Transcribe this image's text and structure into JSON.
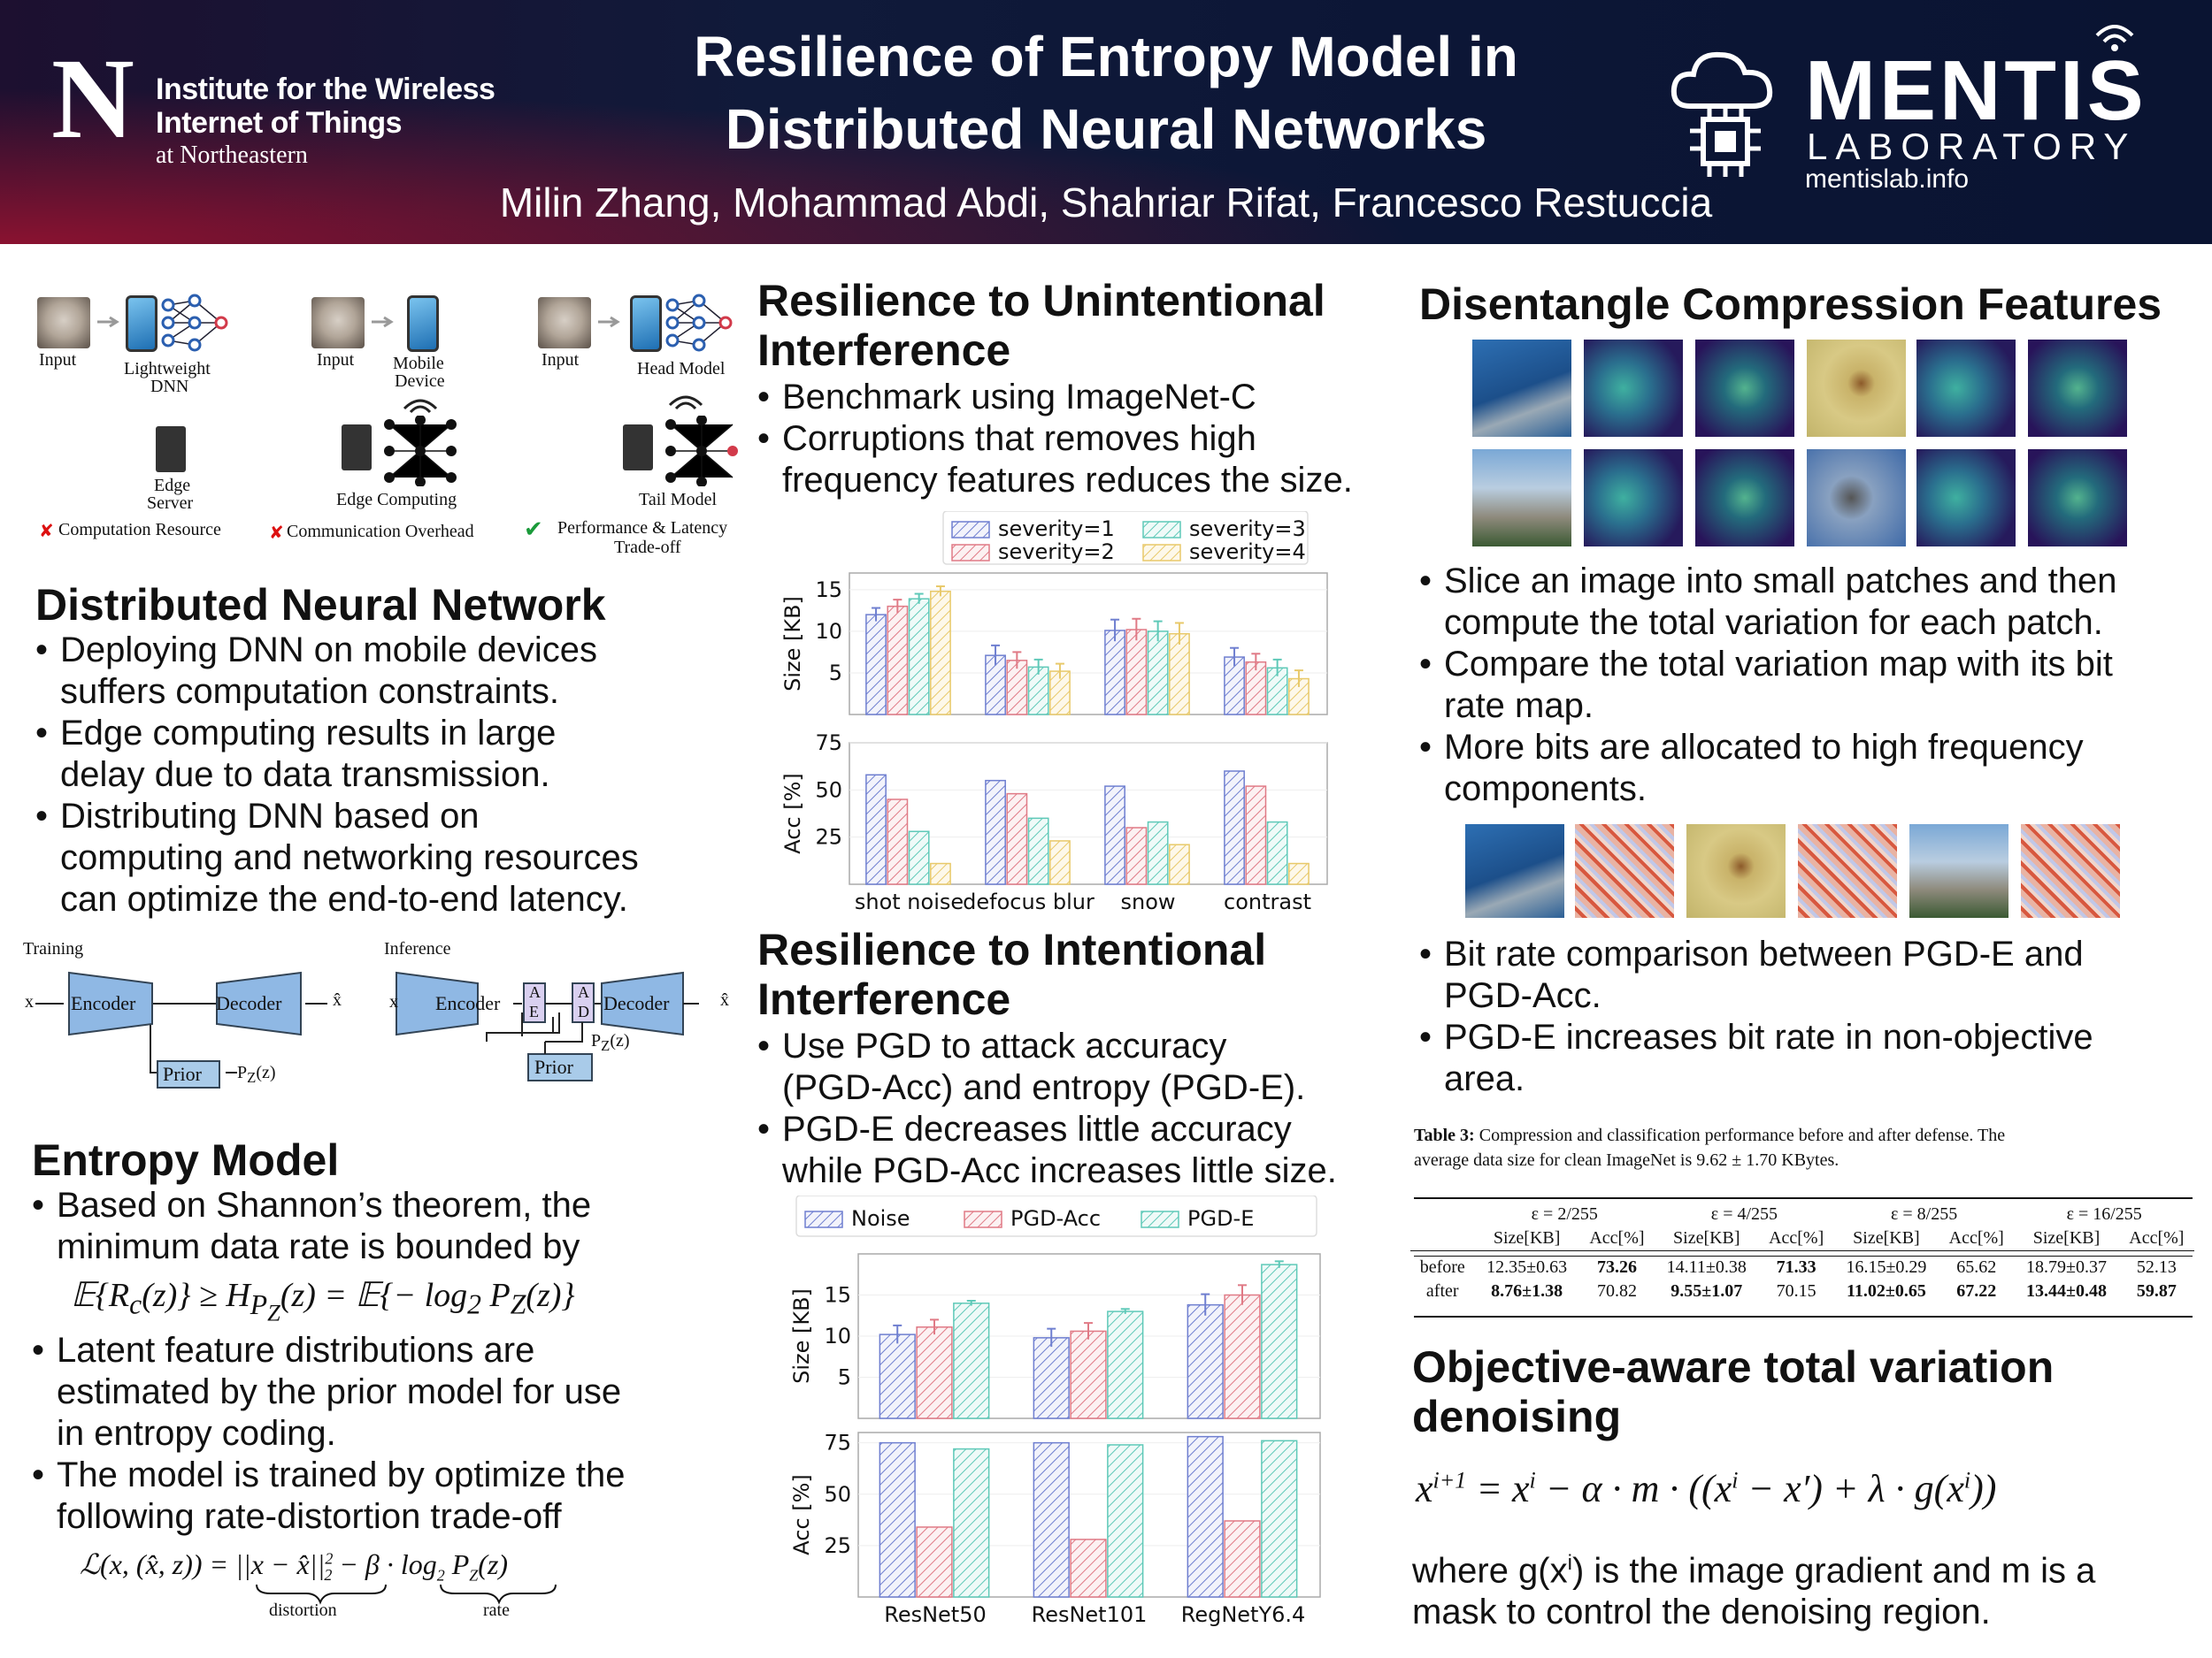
{
  "header": {
    "title_line1": "Resilience of Entropy Model in",
    "title_line2": "Distributed Neural Networks",
    "authors": "Milin Zhang, Mohammad Abdi, Shahriar Rifat, Francesco Restuccia",
    "nu_logo": {
      "letter": "N",
      "line1": "Institute for the Wireless",
      "line2": "Internet of Things",
      "line3": "at Northeastern"
    },
    "mentis": {
      "name": "MENTIS",
      "lab": "LABORATORY",
      "url": "mentislab.info"
    }
  },
  "figure1": {
    "lbl_input1": "Input",
    "lbl_lightweight": "Lightweight",
    "lbl_dnn": "DNN",
    "lbl_edge": "Edge",
    "lbl_server": "Server",
    "lbl_comp_resource": "Computation Resource",
    "lbl_input2": "Input",
    "lbl_mobile": "Mobile",
    "lbl_device": "Device",
    "lbl_edge_computing": "Edge Computing",
    "lbl_comm_overhead": "Communication Overhead",
    "lbl_input3": "Input",
    "lbl_head": "Head Model",
    "lbl_tail": "Tail Model",
    "lbl_perf1": "Performance & Latency",
    "lbl_perf2": "Trade-off"
  },
  "dnn": {
    "title": "Distributed Neural Network",
    "b1a": "Deploying DNN on mobile devices",
    "b1b": "suffers computation constraints.",
    "b2a": "Edge computing results in large",
    "b2b": "delay due to data transmission.",
    "b3a": "Distributing DNN based on",
    "b3b": "computing and networking resources",
    "b3c": "can optimize the end-to-end latency."
  },
  "pipeline": {
    "training": "Training",
    "inference": "Inference",
    "x": "x",
    "xhat": "x̂",
    "encoder": "Encoder",
    "decoder": "Decoder",
    "prior": "Prior",
    "pz": "P",
    "pz_sub": "Z",
    "pz_arg": "(z)",
    "ae_a": "A",
    "ae_e": "E",
    "ad_a": "A",
    "ad_d": "D"
  },
  "entropy": {
    "title": "Entropy Model",
    "b1a": "Based on Shannon’s theorem, the",
    "b1b": "minimum data rate is bounded by",
    "eq1": "𝔼{R_c(z)} ≥ H_{P_Z}(z) = 𝔼{−log₂ P_Z(z)}",
    "eq1_lhs": "𝔼{R",
    "eq1_c": "c",
    "eq1_mid": "(z)} ≥ H",
    "eq1_pz": "P",
    "eq1_z": "Z",
    "eq1_rhs": "(z) = 𝔼{− log",
    "eq1_2": "2",
    "eq1_end": " P",
    "eq1_z2": "Z",
    "eq1_tail": "(z)}",
    "b2a": "Latent feature distributions are",
    "b2b": "estimated by the prior model for use",
    "b2c": "in entropy coding.",
    "b3a": "The model is trained by optimize the",
    "b3b": "following rate-distortion trade-off",
    "eq2a": "ℒ(x, (x̂, z)) = ",
    "eq2b": "||x − x̂||",
    "eq2c": "2",
    "eq2d": "2",
    "eq2e": " − β · ",
    "eq2f": "log",
    "eq2g": "2",
    "eq2h": " P",
    "eq2i": "Z",
    "eq2j": "(z)",
    "distortion": "distortion",
    "rate": "rate"
  },
  "unintentional": {
    "title1": "Resilience to Unintentional",
    "title2": "Interference",
    "b1": "Benchmark using ImageNet-C",
    "b2a": "Corruptions that removes high",
    "b2b": "frequency features reduces the size."
  },
  "intentional": {
    "title1": "Resilience to Intentional",
    "title2": "Interference",
    "b1a": "Use PGD to attack accuracy",
    "b1b": "(PGD-Acc) and entropy (PGD-E).",
    "b2a": "PGD-E decreases little accuracy",
    "b2b": "while PGD-Acc increases little size."
  },
  "disentangle": {
    "title": "Disentangle Compression Features",
    "b1a": "Slice an image into small patches and then",
    "b1b": "compute the total variation for each patch.",
    "b2a": "Compare the total variation map with its bit",
    "b2b": "rate map.",
    "b3a": "More bits are allocated to high frequency",
    "b3b": "components.",
    "b4a": "Bit rate comparison between PGD-E and",
    "b4b": "PGD-Acc.",
    "b5a": "PGD-E increases bit rate in non-objective",
    "b5b": "area."
  },
  "table": {
    "caption_label": "Table 3:",
    "caption_line1": " Compression and classification performance before and after defense. The",
    "caption_line2": "average data size for clean ImageNet is 9.62 ± 1.70 KBytes.",
    "eps": [
      "ε = 2/255",
      "ε = 4/255",
      "ε = 8/255",
      "ε = 16/255"
    ],
    "col_size": "Size[KB]",
    "col_acc": "Acc[%]",
    "rows": [
      {
        "label": "before",
        "cells": [
          "12.35±0.63",
          "73.26",
          "14.11±0.38",
          "71.33",
          "16.15±0.29",
          "65.62",
          "18.79±0.37",
          "52.13"
        ]
      },
      {
        "label": "after",
        "cells": [
          "8.76±1.38",
          "70.82",
          "9.55±1.07",
          "70.15",
          "11.02±0.65",
          "67.22",
          "13.44±0.48",
          "59.87"
        ]
      }
    ]
  },
  "tv": {
    "title1": "Objective-aware total variation",
    "title2": "denoising",
    "eq": "x^{i+1} = x^i − α · m · ((x^i − x′) + λ · g(x^i))",
    "eq_a": "x",
    "eq_a_sup": "i+1",
    "eq_b": " = x",
    "eq_b_sup": "i",
    "eq_c": " − α · m · ((x",
    "eq_c_sup": "i",
    "eq_d": " − x′) + λ · g(x",
    "eq_d_sup": "i",
    "eq_e": "))",
    "desc1a": "where g(x",
    "desc1_sup": "i",
    "desc1b": ") is the image gradient and m is a",
    "desc2": "mask to control the denoising region."
  },
  "colors": {
    "blue": "#6f7fd0",
    "red": "#e07a86",
    "teal": "#5fc9b8",
    "yellow": "#e8c96a",
    "header_bg": "#0c1636"
  },
  "chart_data": [
    {
      "type": "bar",
      "categories": [
        "shot noise",
        "defocus blur",
        "snow",
        "contrast"
      ],
      "ylabel": "Size [KB]",
      "ylim": [
        0,
        17
      ],
      "yticks": [
        5,
        10,
        15
      ],
      "legend": "top",
      "series": [
        {
          "name": "severity=1",
          "values": [
            12.0,
            7.1,
            10.1,
            6.9
          ],
          "err": [
            0.8,
            1.2,
            1.3,
            1.1
          ]
        },
        {
          "name": "severity=2",
          "values": [
            13.0,
            6.5,
            10.2,
            6.3
          ],
          "err": [
            0.8,
            1.0,
            1.3,
            1.0
          ]
        },
        {
          "name": "severity=3",
          "values": [
            13.9,
            5.7,
            10.0,
            5.6
          ],
          "err": [
            0.6,
            0.9,
            1.2,
            1.0
          ]
        },
        {
          "name": "severity=4",
          "values": [
            14.8,
            5.2,
            9.7,
            4.3
          ],
          "err": [
            0.6,
            0.9,
            1.3,
            1.0
          ]
        }
      ]
    },
    {
      "type": "bar",
      "categories": [
        "shot noise",
        "defocus blur",
        "snow",
        "contrast"
      ],
      "ylabel": "Acc [%]",
      "ylim": [
        0,
        75
      ],
      "yticks": [
        25,
        50,
        75
      ],
      "series": [
        {
          "name": "severity=1",
          "values": [
            58,
            55,
            52,
            60
          ]
        },
        {
          "name": "severity=2",
          "values": [
            45,
            48,
            30,
            52
          ]
        },
        {
          "name": "severity=3",
          "values": [
            28,
            35,
            33,
            33
          ]
        },
        {
          "name": "severity=4",
          "values": [
            11,
            23,
            21,
            11
          ]
        }
      ]
    },
    {
      "type": "bar",
      "categories": [
        "ResNet50",
        "ResNet101",
        "RegNetY6.4"
      ],
      "ylabel": "Size [KB]",
      "ylim": [
        0,
        20
      ],
      "yticks": [
        5,
        10,
        15
      ],
      "legend": "top",
      "series": [
        {
          "name": "Noise",
          "values": [
            10.2,
            9.8,
            13.8
          ],
          "err": [
            1.1,
            1.1,
            1.3
          ]
        },
        {
          "name": "PGD-Acc",
          "values": [
            11.1,
            10.6,
            15.0
          ],
          "err": [
            0.9,
            1.0,
            1.2
          ]
        },
        {
          "name": "PGD-E",
          "values": [
            14.0,
            13.0,
            18.7
          ],
          "err": [
            0.3,
            0.3,
            0.4
          ]
        }
      ]
    },
    {
      "type": "bar",
      "categories": [
        "ResNet50",
        "ResNet101",
        "RegNetY6.4"
      ],
      "ylabel": "Acc [%]",
      "ylim": [
        0,
        80
      ],
      "yticks": [
        25,
        50,
        75
      ],
      "series": [
        {
          "name": "Noise",
          "values": [
            75,
            75,
            78
          ]
        },
        {
          "name": "PGD-Acc",
          "values": [
            34,
            28,
            37
          ]
        },
        {
          "name": "PGD-E",
          "values": [
            72,
            74,
            76
          ]
        }
      ]
    }
  ]
}
